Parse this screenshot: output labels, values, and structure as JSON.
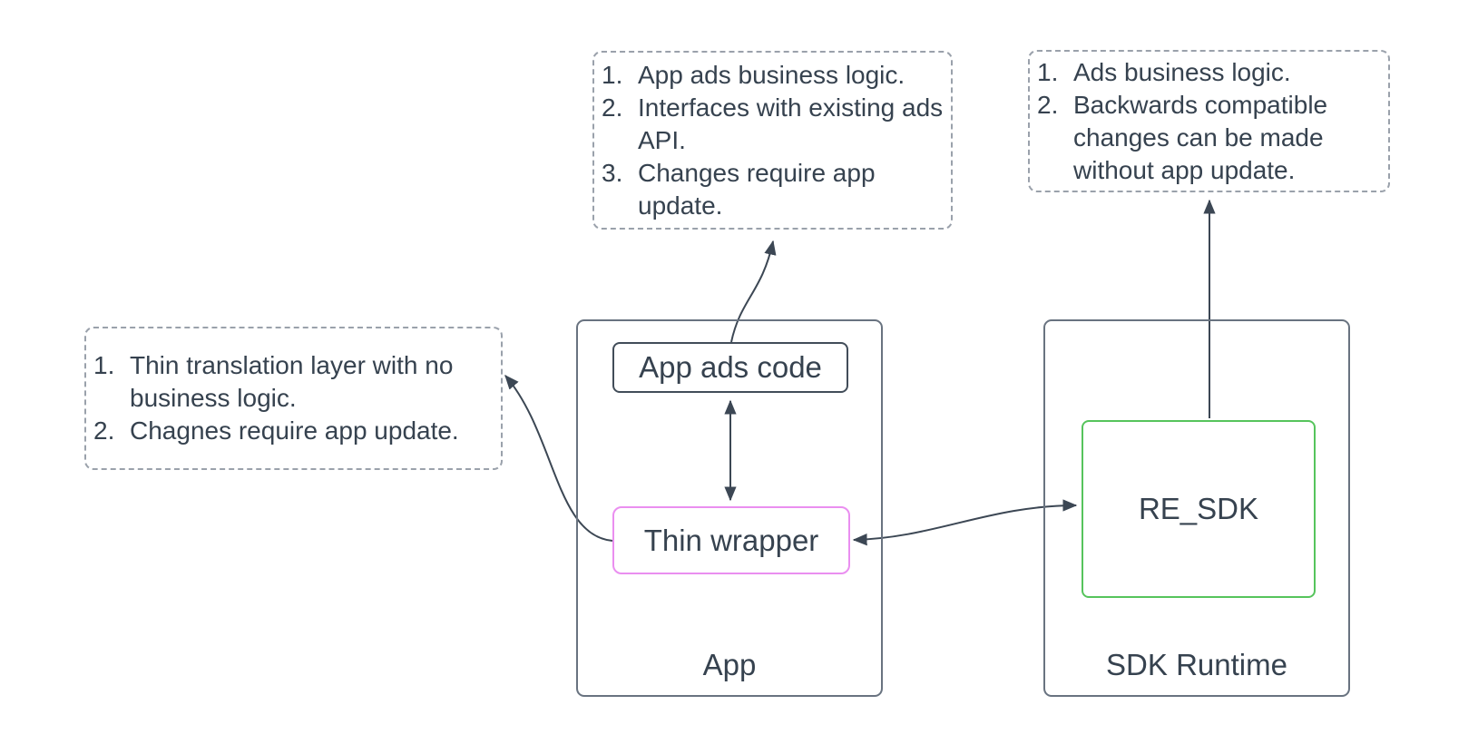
{
  "diagram": {
    "notes": {
      "app_ads_code": {
        "items": [
          {
            "num": "1.",
            "text": "App ads business logic."
          },
          {
            "num": "2.",
            "text": "Interfaces with existing ads API."
          },
          {
            "num": "3.",
            "text": "Changes require app update."
          }
        ]
      },
      "re_sdk": {
        "items": [
          {
            "num": "1.",
            "text": "Ads business logic."
          },
          {
            "num": "2.",
            "text": "Backwards compatible changes can be made without app update."
          }
        ]
      },
      "thin_wrapper": {
        "items": [
          {
            "num": "1.",
            "text": "Thin translation layer with no business logic."
          },
          {
            "num": "2.",
            "text": "Chagnes require app update."
          }
        ]
      }
    },
    "containers": {
      "app": {
        "label": "App"
      },
      "sdk_runtime": {
        "label": "SDK Runtime"
      }
    },
    "nodes": {
      "app_ads_code": {
        "label": "App ads code"
      },
      "thin_wrapper": {
        "label": "Thin wrapper"
      },
      "re_sdk": {
        "label": "RE_SDK"
      }
    },
    "connectors": [
      {
        "name": "app-ads-code_to_thin-wrapper",
        "style": "double-arrow-vertical"
      },
      {
        "name": "thin-wrapper_to_re-sdk",
        "style": "double-arrow-curve"
      },
      {
        "name": "thin-wrapper_to_note",
        "style": "arrow-curve"
      },
      {
        "name": "app-ads-code_to_note",
        "style": "arrow-curve"
      },
      {
        "name": "re-sdk_to_note",
        "style": "arrow-straight"
      }
    ],
    "colors": {
      "background": "#ffffff",
      "connector": "#3c4754",
      "text": "#36424f",
      "note_border": "#9aa1ab",
      "container_border": "#697380",
      "app_ads_code_border": "#424d59",
      "thin_wrapper_border": "#ea8ff0",
      "re_sdk_border": "#56c45c"
    }
  }
}
